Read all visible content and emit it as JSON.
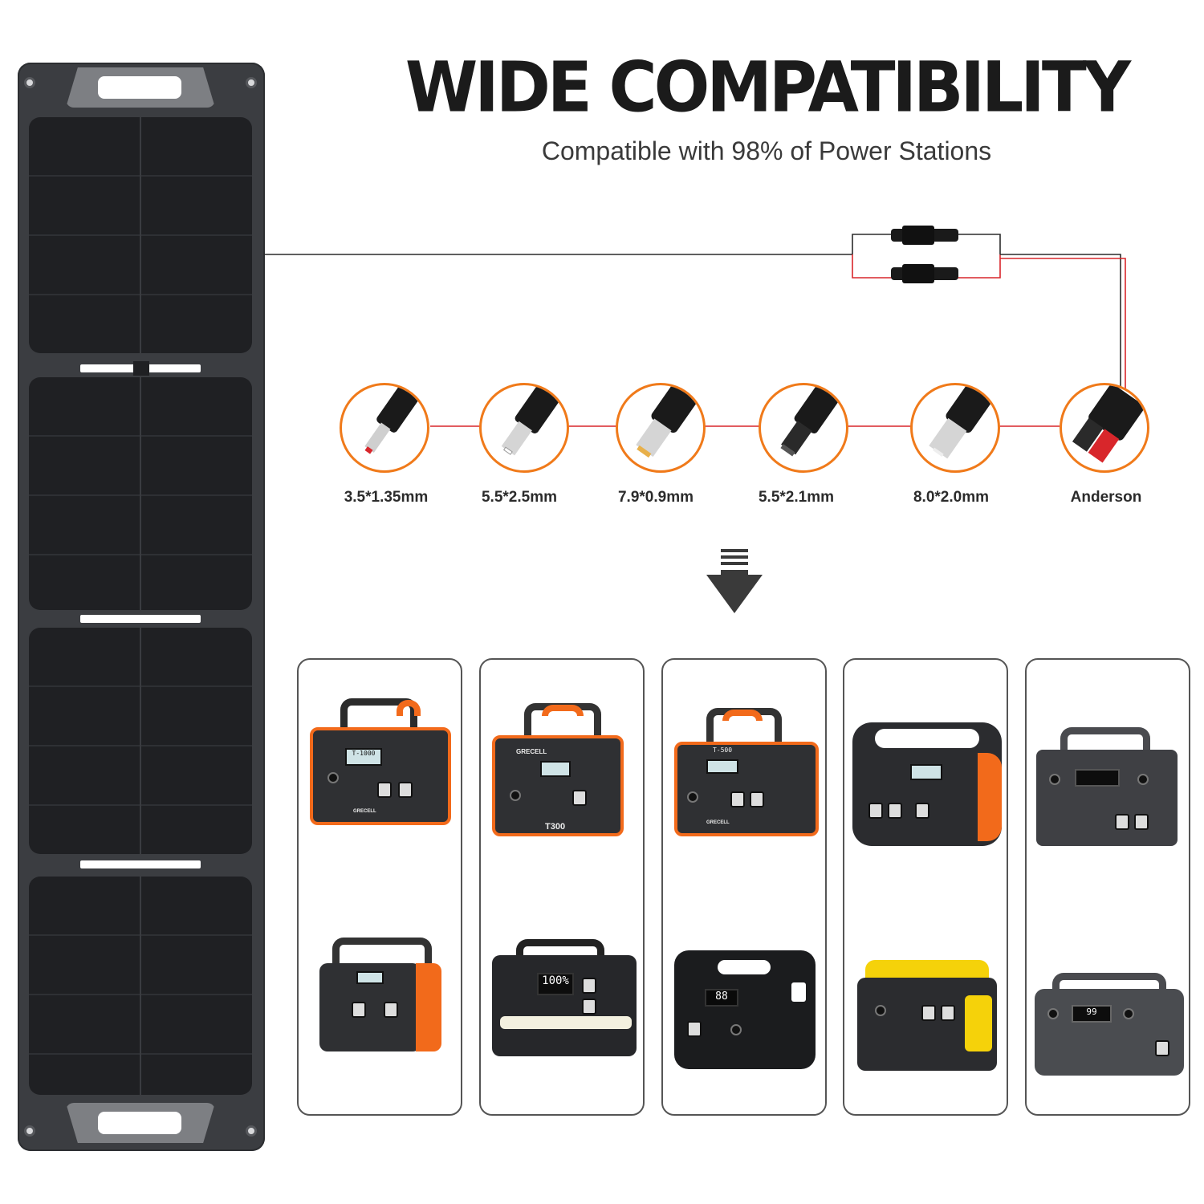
{
  "header": {
    "title": "WIDE COMPATIBILITY",
    "subtitle": "Compatible with 98% of Power Stations"
  },
  "connectors": [
    {
      "label": "3.5*1.35mm",
      "icon": "dc-barrel-plug-icon"
    },
    {
      "label": "5.5*2.5mm",
      "icon": "dc-barrel-plug-icon"
    },
    {
      "label": "7.9*0.9mm",
      "icon": "dc-barrel-plug-icon"
    },
    {
      "label": "5.5*2.1mm",
      "icon": "dc-barrel-plug-icon"
    },
    {
      "label": "8.0*2.0mm",
      "icon": "dc-barrel-plug-icon"
    },
    {
      "label": "Anderson",
      "icon": "anderson-plug-icon"
    }
  ],
  "stations": {
    "top": [
      {
        "model_label": "T-1000",
        "brand": "GRECELL",
        "accent": "#f26a1b"
      },
      {
        "model_label": "T300",
        "brand": "GRECELL",
        "accent": "#f26a1b"
      },
      {
        "model_label": "T-500",
        "brand": "GRECELL",
        "accent": "#f26a1b"
      },
      {
        "model_label": "",
        "brand": "",
        "accent": "#f26a1b"
      },
      {
        "model_label": "",
        "brand": "",
        "accent": "#5a5c60"
      }
    ],
    "bottom": [
      {
        "model_label": "",
        "accent": "#f26a1b"
      },
      {
        "screen_text": "100%",
        "accent": "#2b2b2b"
      },
      {
        "screen_text": "88",
        "accent": "#2b2b2b"
      },
      {
        "model_label": "",
        "accent": "#f5d20a"
      },
      {
        "screen_text": "99",
        "accent": "#4a4c50"
      }
    ]
  },
  "colors": {
    "connector_ring": "#f07a1a",
    "positive_wire": "#d8262b",
    "negative_wire": "#2b2b2b",
    "panel": "#3b3d41"
  }
}
